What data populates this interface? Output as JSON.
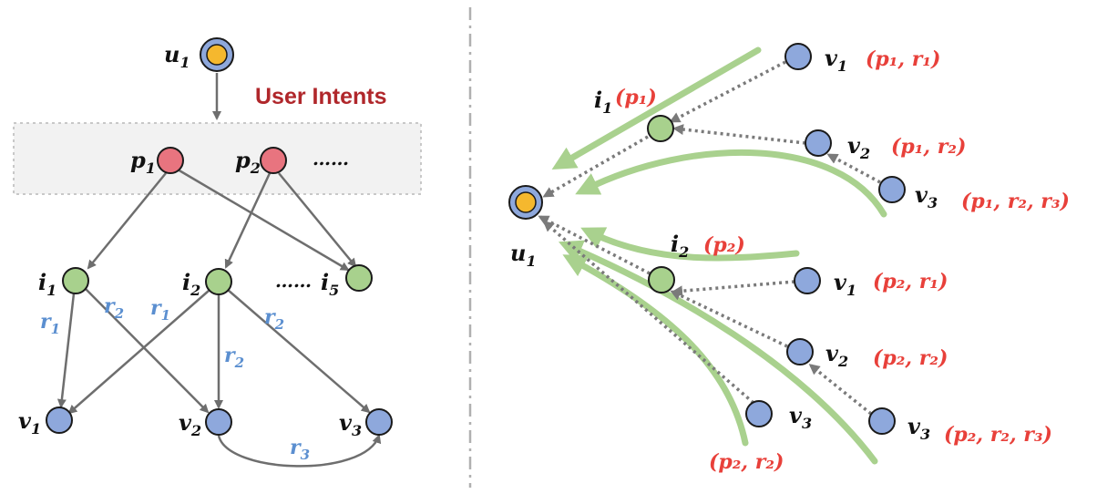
{
  "colors": {
    "user": "#f5b82e",
    "user_ring": "#8ea8dc",
    "intent": "#e8747f",
    "item": "#a8d18d",
    "value": "#8ea8dc",
    "edge": "#6e6e6e",
    "dotted": "#7a7a7a",
    "flow": "#a9d18e",
    "title": "#b0272b",
    "red": "#e8403a",
    "blue": "#5b8fd0",
    "black": "#111111"
  },
  "left": {
    "title": "User Intents",
    "u": "u",
    "u_sub": "1",
    "p1": "p",
    "p1_sub": "1",
    "p2": "p",
    "p2_sub": "2",
    "p_more": "……",
    "i1": "i",
    "i1_sub": "1",
    "i2": "i",
    "i2_sub": "2",
    "i_more": "……",
    "i5": "i",
    "i5_sub": "5",
    "v1": "v",
    "v1_sub": "1",
    "v2": "v",
    "v2_sub": "2",
    "v3": "v",
    "v3_sub": "3",
    "r1a": "r",
    "r1a_sub": "1",
    "r2a": "r",
    "r2a_sub": "2",
    "r1b": "r",
    "r1b_sub": "1",
    "r2b": "r",
    "r2b_sub": "2",
    "r2c": "r",
    "r2c_sub": "2",
    "r3": "r",
    "r3_sub": "3"
  },
  "right": {
    "u": "u",
    "u_sub": "1",
    "i1": "i",
    "i1_sub": "1",
    "i1_path": "(p₁)",
    "i2": "i",
    "i2_sub": "2",
    "i2_path": "(p₂)",
    "a_v1": "v",
    "a_v1_sub": "1",
    "a_v1_path": "(p₁, r₁)",
    "a_v2": "v",
    "a_v2_sub": "2",
    "a_v2_path": "(p₁, r₂)",
    "a_v3": "v",
    "a_v3_sub": "3",
    "a_v3_path": "(p₁, r₂, r₃)",
    "b_v1": "v",
    "b_v1_sub": "1",
    "b_v1_path": "(p₂, r₁)",
    "b_v2": "v",
    "b_v2_sub": "2",
    "b_v2_path": "(p₂, r₂)",
    "b_v3": "v",
    "b_v3_sub": "3",
    "b_v3_path": "(p₂, r₂, r₃)",
    "c_v3": "v",
    "c_v3_sub": "3",
    "c_v3_path": "(p₂, r₂)"
  }
}
